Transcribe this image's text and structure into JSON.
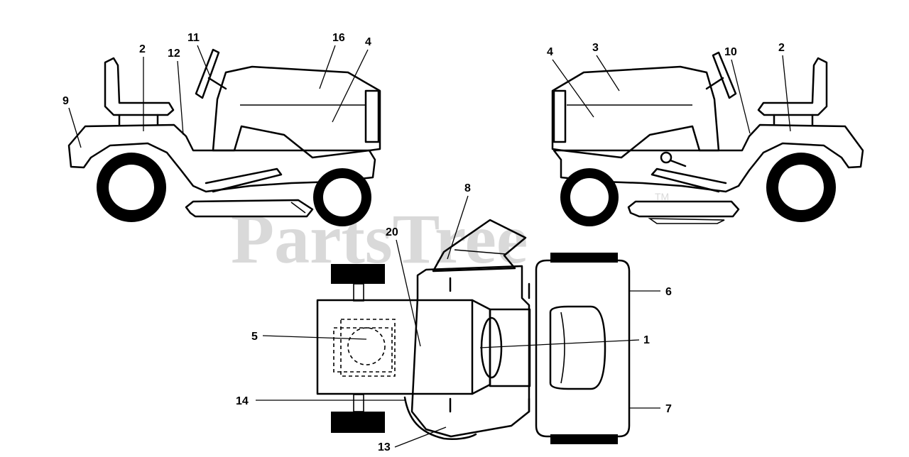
{
  "watermark": {
    "text": "PartsTree",
    "trademark": "TM"
  },
  "callouts": {
    "left_view": [
      "9",
      "2",
      "12",
      "11",
      "16",
      "4"
    ],
    "right_view": [
      "4",
      "3",
      "10",
      "2"
    ],
    "top_view": [
      "8",
      "20",
      "6",
      "5",
      "1",
      "14",
      "7",
      "13"
    ]
  }
}
